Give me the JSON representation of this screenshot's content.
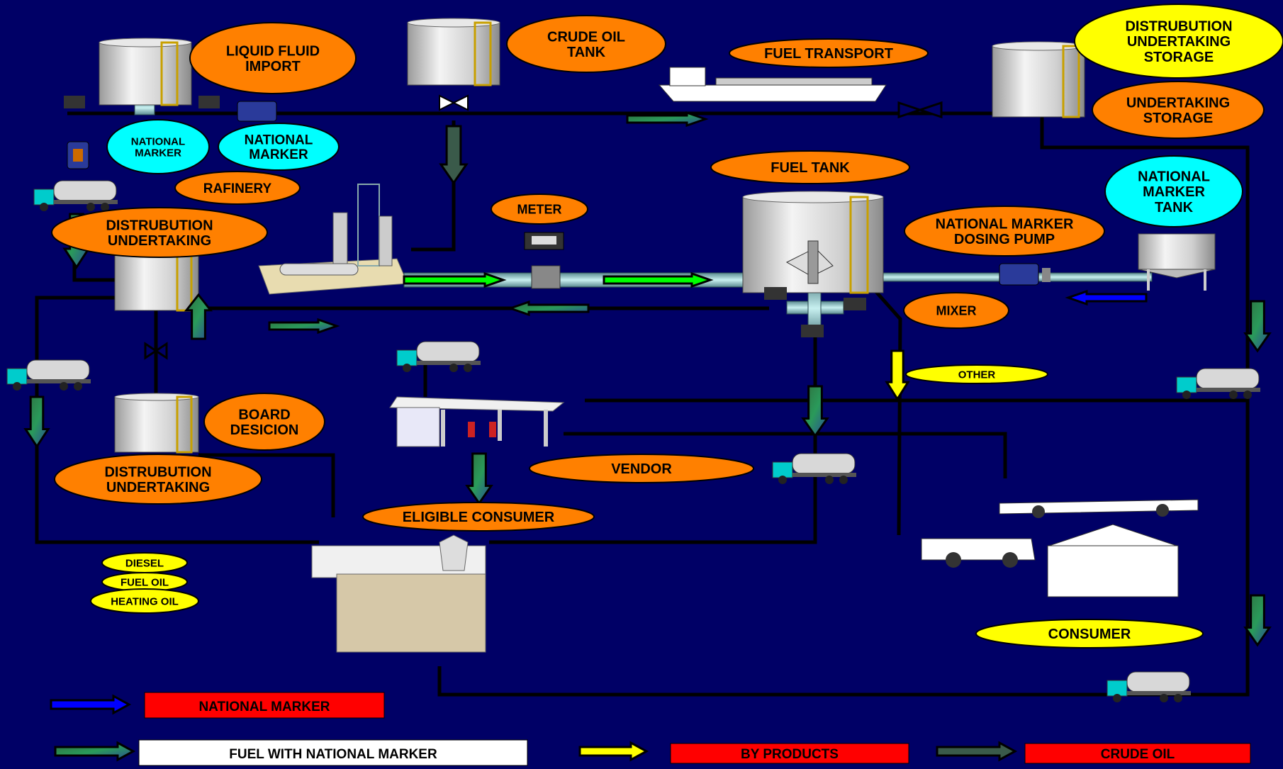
{
  "labels": {
    "liquid_fluid_import": [
      "LIQUID FLUID",
      "IMPORT"
    ],
    "crude_oil_tank": [
      "CRUDE OIL",
      "TANK"
    ],
    "fuel_transport": "FUEL TRANSPORT",
    "distribution_storage": [
      "DISTRUBUTION",
      "UNDERTAKING",
      "STORAGE"
    ],
    "undertaking_storage": [
      "UNDERTAKING",
      "STORAGE"
    ],
    "national_marker_left": [
      "NATIONAL",
      "MARKER"
    ],
    "national_marker_right": [
      "NATIONAL",
      "MARKER"
    ],
    "rafinery": "RAFINERY",
    "fuel_tank": "FUEL TANK",
    "national_marker_tank": [
      "NATIONAL",
      "MARKER",
      "TANK"
    ],
    "meter": "METER",
    "distribution_undertaking_top": [
      "DISTRUBUTION",
      "UNDERTAKING"
    ],
    "dosing_pump": [
      "NATIONAL MARKER",
      "DOSING PUMP"
    ],
    "mixer": "MIXER",
    "other": "OTHER",
    "board_decision": [
      "BOARD",
      "DESICION"
    ],
    "distribution_undertaking_bottom": [
      "DISTRUBUTION",
      "UNDERTAKING"
    ],
    "vendor": "VENDOR",
    "eligible_consumer": "ELIGIBLE CONSUMER",
    "diesel": "DIESEL",
    "fuel_oil": "FUEL OIL",
    "heating_oil": "HEATING OIL",
    "consumer": "CONSUMER"
  },
  "legend": {
    "national_marker": "NATIONAL MARKER",
    "fuel_with_marker": "FUEL WITH NATIONAL MARKER",
    "by_products": "BY PRODUCTS",
    "crude_oil": "CRUDE OIL"
  },
  "colors": {
    "background": "#000066",
    "orange": "#FF8000",
    "cyan": "#00FFFF",
    "yellow": "#FFFF00",
    "legend_red": "#FF0000",
    "marker_blue": "#0000FF",
    "crude_arrow": "#3a5a4a",
    "byproduct_yellow": "#FFFF00",
    "product_green": "#00FF00"
  }
}
